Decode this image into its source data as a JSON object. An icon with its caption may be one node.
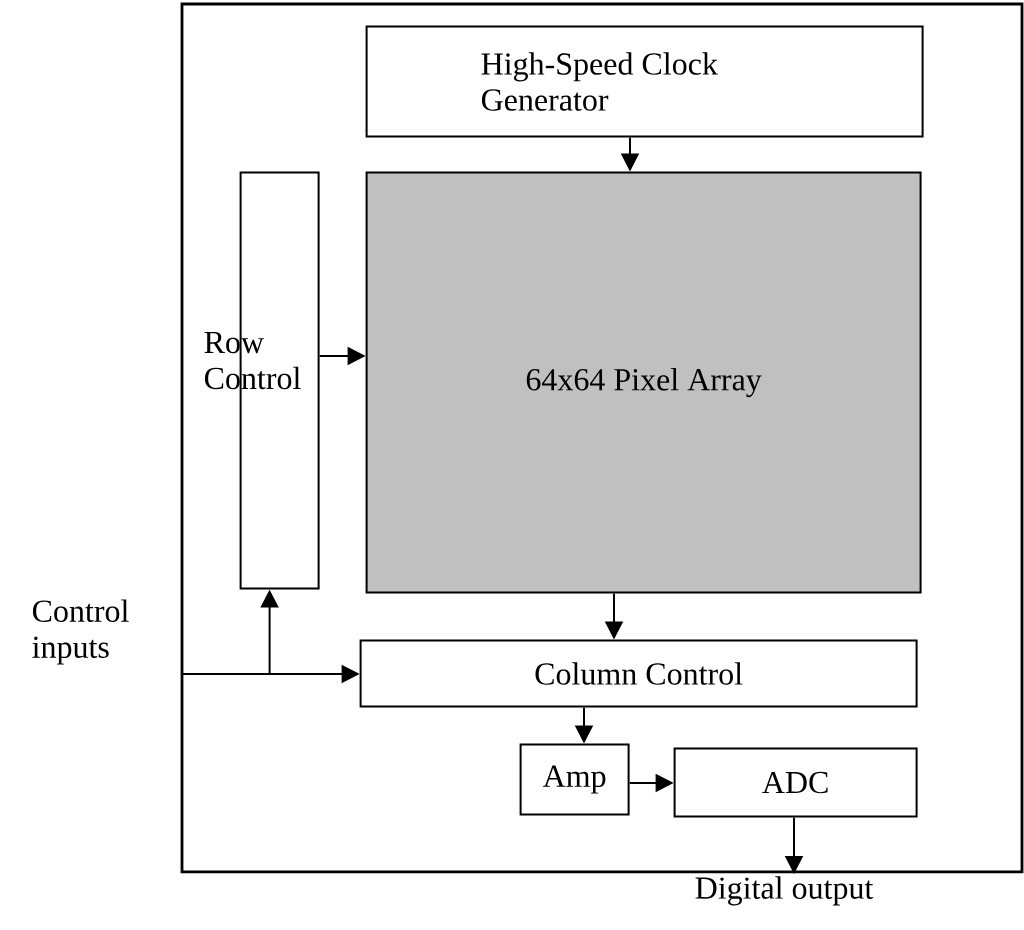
{
  "diagram": {
    "nodes": [
      {
        "text": [],
        "shape": "box"
      },
      {
        "text": [
          "High-Speed Clock Generator"
        ],
        "in": 0
      },
      {
        "text": [
          "Row Control"
        ],
        "in": 0
      },
      {
        "text": [
          "64x64 Pixel Array"
        ],
        "in": 0
      },
      {
        "text": [
          "Column Control"
        ],
        "in": 0
      },
      {
        "text": [
          "Amp"
        ],
        "in": 0
      },
      {
        "text": [
          "ADC"
        ],
        "in": 0
      },
      {
        "text": [
          "Control inputs"
        ]
      },
      {
        "text": [
          "Digital output"
        ]
      }
    ],
    "edges": [
      {
        "from": 1,
        "to": 3,
        "arrow": "to"
      },
      {
        "from": 2,
        "to": 3,
        "arrow": "to"
      },
      {
        "from": 3,
        "to": 4,
        "arrow": "to"
      },
      {
        "from": 4,
        "to": 5,
        "arrow": "to"
      },
      {
        "from": 5,
        "to": 6,
        "arrow": "to"
      },
      {
        "from": 7,
        "to": 4,
        "arrow": "to"
      },
      {
        "from": 7,
        "to": 2,
        "arrow": "to"
      },
      {
        "from": 6,
        "to": 8,
        "arrow": "to"
      }
    ]
  }
}
